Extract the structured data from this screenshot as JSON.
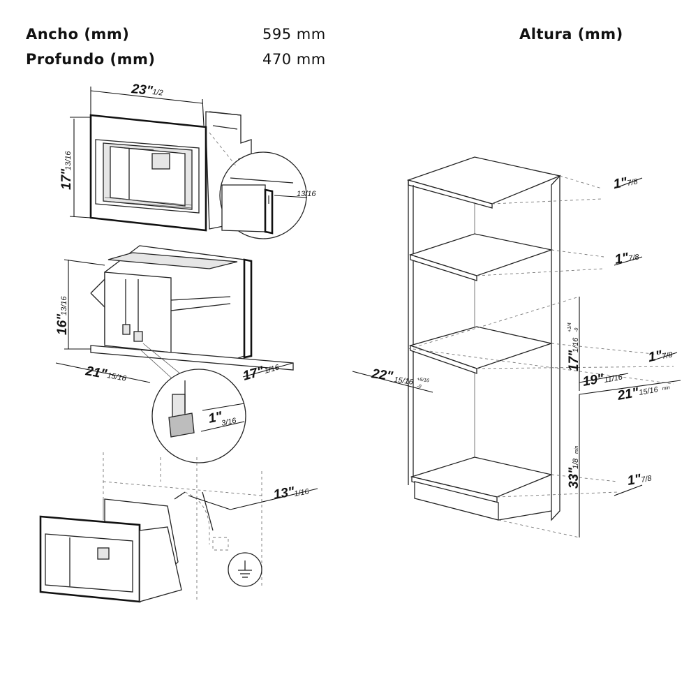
{
  "specs": {
    "width_label": "Ancho (mm)",
    "width_value": "595 mm",
    "depth_label": "Profundo (mm)",
    "depth_value": "470 mm",
    "height_label": "Altura (mm)"
  },
  "dimensions": {
    "front_width": {
      "main": "23\"",
      "frac": "1/2"
    },
    "front_height": {
      "main": "17\"",
      "frac": "13/16"
    },
    "detail_gap": {
      "main": "",
      "frac": "13/16"
    },
    "body_height": {
      "main": "16\"",
      "frac": "13/16"
    },
    "body_width": {
      "main": "21\"",
      "frac": "15/16"
    },
    "body_depth": {
      "main": "17\"",
      "frac": "1/16"
    },
    "hose_gap": {
      "main": "1\"",
      "frac": "3/16"
    },
    "socket_offset": {
      "main": "13\"",
      "frac": "1/16"
    },
    "cab_top": {
      "main": "1\"",
      "frac": "7/8"
    },
    "cab_shelf1": {
      "main": "1\"",
      "frac": "7/8"
    },
    "cab_niche_h": {
      "main": "17\"",
      "frac": "1/16",
      "tol_hi": "+1/4",
      "tol_lo": "-0"
    },
    "cab_shelf2": {
      "main": "1\"",
      "frac": "7/8"
    },
    "cab_inner_d": {
      "main": "19\"",
      "frac": "11/16"
    },
    "cab_depth": {
      "main": "21\"",
      "frac": "15/16",
      "suffix": "min"
    },
    "cab_width": {
      "main": "22\"",
      "frac": "15/16",
      "tol_hi": "+5/16",
      "tol_lo": "-0"
    },
    "cab_base_h": {
      "main": "33\"",
      "frac": "1/8",
      "suffix": "min"
    },
    "cab_bottom": {
      "main": "1\"",
      "frac": "7/8"
    }
  }
}
